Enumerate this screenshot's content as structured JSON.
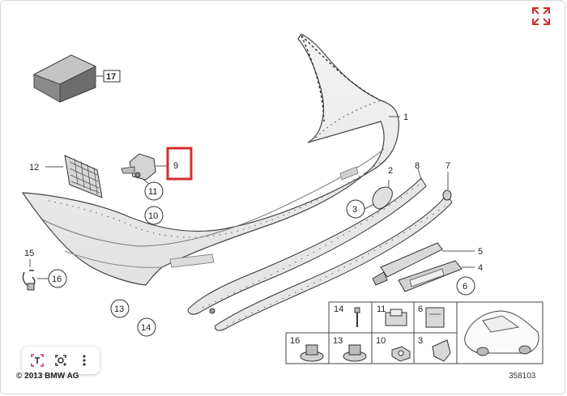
{
  "callouts": {
    "p1": "1",
    "p2": "2",
    "p3": "3",
    "p4": "4",
    "p5": "5",
    "p6": "6",
    "p7": "7",
    "p8": "8",
    "p9": "9",
    "p10": "10",
    "p11": "11",
    "p12": "12",
    "p13": "13",
    "p14": "14",
    "p15": "15",
    "p16": "16",
    "p17": "17"
  },
  "legend": {
    "c14": "14",
    "c11": "11",
    "c6": "6",
    "c16": "16",
    "c13": "13",
    "c10": "10",
    "c3": "3"
  },
  "footer": {
    "copyright": "© 2013 BMW AG",
    "figure_number": "358103"
  },
  "colors": {
    "highlight": "#d82c2c",
    "expand_icon": "#d03030",
    "line": "#555555"
  },
  "icons": {
    "expand": "expand-arrows-icon",
    "text_select": "text-select-icon",
    "lens": "visual-search-icon",
    "more": "more-vertical-icon"
  }
}
